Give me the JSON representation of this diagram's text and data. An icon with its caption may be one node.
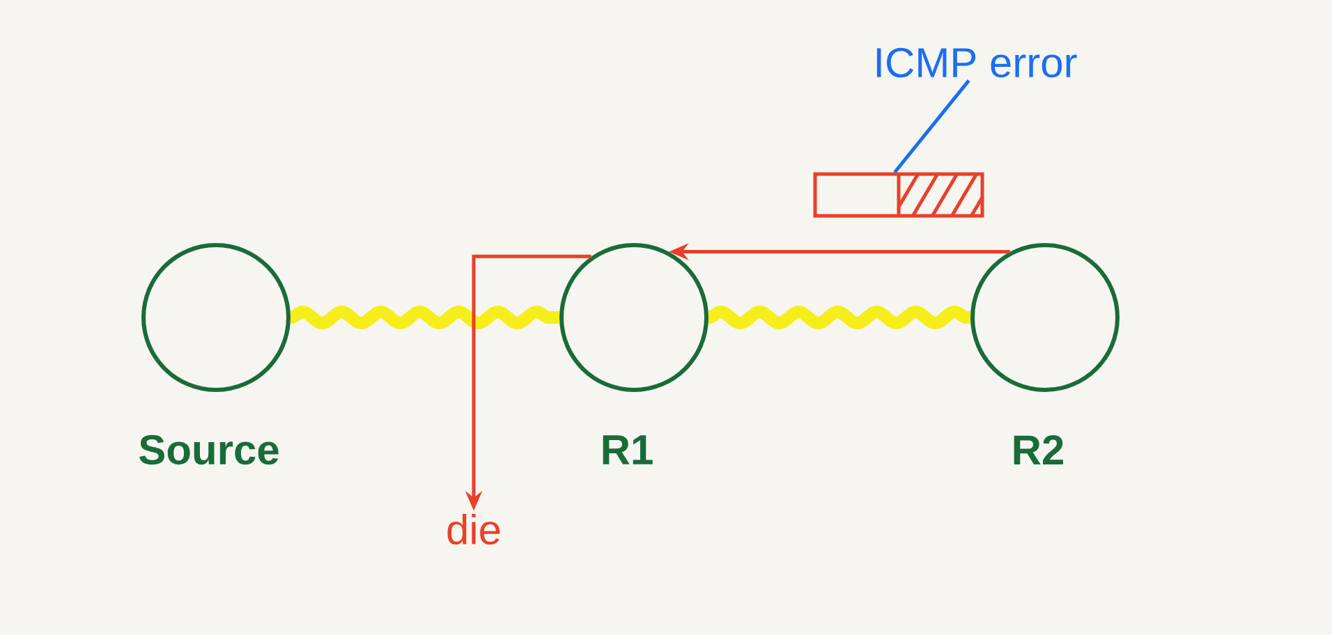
{
  "diagram": {
    "nodes": [
      {
        "text": [
          "Source"
        ]
      },
      {
        "text": [
          "R1"
        ]
      },
      {
        "text": [
          "R2"
        ]
      },
      {
        "text": [
          "die"
        ]
      },
      {
        "text": [
          "ICMP error"
        ]
      },
      {
        "text": [],
        "shape": "box"
      }
    ],
    "edges": [
      {
        "from": 0,
        "to": 1,
        "arrow": "none",
        "style": "thick",
        "color": "#f5ee1a"
      },
      {
        "from": 1,
        "to": 2,
        "arrow": "none",
        "style": "thick",
        "color": "#f5ee1a"
      },
      {
        "from": 2,
        "to": 1,
        "arrow": "to",
        "color": "#e8402a"
      },
      {
        "from": 1,
        "to": 3,
        "arrow": "to",
        "color": "#e8402a"
      },
      {
        "from": 4,
        "to": 5,
        "arrow": "none",
        "color": "#1a6ff0"
      }
    ]
  }
}
